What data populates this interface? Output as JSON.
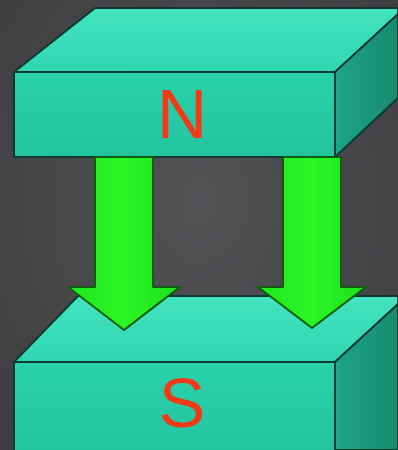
{
  "magnets": {
    "top": {
      "label": "N"
    },
    "bottom": {
      "label": "S"
    }
  },
  "colors": {
    "background": "#48484b",
    "magnet_front": "#27cfa8",
    "magnet_top": "#3ee0bb",
    "magnet_side": "#1a9a7c",
    "magnet_edge": "#0b3a2f",
    "arrow_fill": "#22f21e",
    "arrow_edge": "#0e5c0c",
    "label": "#f23a18"
  },
  "field_arrows": [
    {
      "direction": "down"
    },
    {
      "direction": "down"
    }
  ]
}
